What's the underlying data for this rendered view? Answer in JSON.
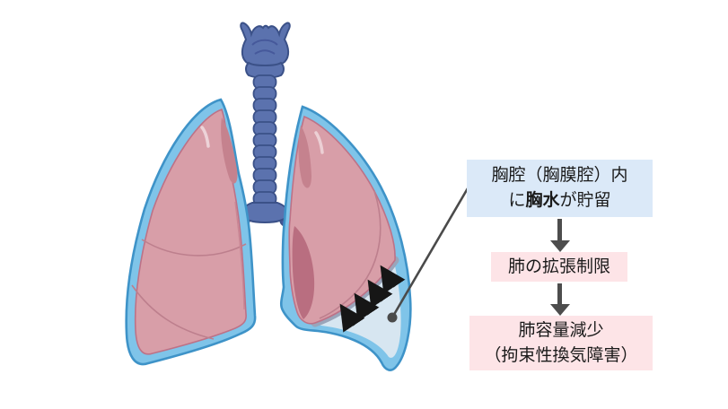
{
  "figure": {
    "title": "pleural-effusion-lungs-diagram",
    "illustration_parts": {
      "trachea": "trachea-and-larynx",
      "left_lung": "right-lung-three-lobes-viewer-left",
      "right_lung": "left-lung-compressed-viewer-right",
      "pleural_space": "pleural-cavity-band",
      "effusion": "pleural-fluid-accumulation",
      "compression_arrows_count": 4
    }
  },
  "flowchart": {
    "box1": {
      "line1": "胸腔（胸膜腔）内",
      "line2": {
        "pre": "に",
        "bold": "胸水",
        "post": "が貯留"
      }
    },
    "box2": {
      "label": "肺の拡張制限"
    },
    "box3": {
      "line1": "肺容量減少",
      "line2": "（拘束性換気障害）"
    }
  },
  "palette": {
    "box1_bg": "#dbe9f8",
    "box2_bg": "#fde4e7",
    "box3_bg": "#fde4e7",
    "flow_arrow": "#4d4d4d",
    "leader_line": "#4a4a4a",
    "pleura_fill": "#7fc4e9",
    "pleura_outline": "#3e93c8",
    "lung_fill": "#d89ea8",
    "lung_outline": "#bd7287",
    "lung_shadow": "#c5828e",
    "cardiac_shadow": "#b96e80",
    "effusion_fluid": "#d7e6f1",
    "compressed_edge": "#9aa5ba",
    "trachea_fill": "#5b72ae",
    "trachea_outline": "#3b5188",
    "compression_arrow": "#161616",
    "text": "#1a1a1a"
  }
}
